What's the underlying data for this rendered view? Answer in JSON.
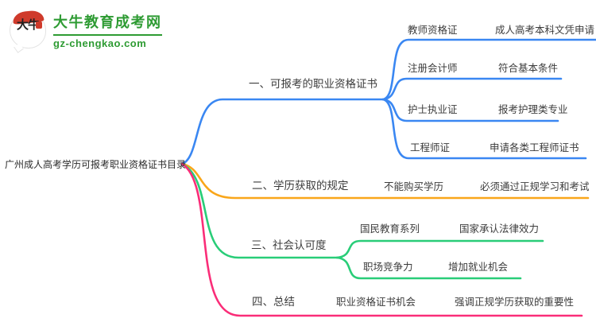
{
  "logo": {
    "badge": "大牛",
    "title": "大牛教育成考网",
    "url": "gz-chengkao.com",
    "brand_green": "#2e9b33",
    "brand_red": "#cf3a2b"
  },
  "mindmap": {
    "root": "广州成人高考学历可报考职业资格证书目录",
    "branches": [
      {
        "label": "一、可报考的职业资格证书",
        "color": "#3a87f2",
        "children": [
          {
            "label": "教师资格证",
            "detail": "成人高考本科文凭申请"
          },
          {
            "label": "注册会计师",
            "detail": "符合基本条件"
          },
          {
            "label": "护士执业证",
            "detail": "报考护理类专业"
          },
          {
            "label": "工程师证",
            "detail": "申请各类工程师证书"
          }
        ]
      },
      {
        "label": "二、学历获取的规定",
        "color": "#f9a61a",
        "children": [
          {
            "label": "不能购买学历",
            "detail": "必须通过正规学习和考试"
          }
        ]
      },
      {
        "label": "三、社会认可度",
        "color": "#29cd78",
        "children": [
          {
            "label": "国民教育系列",
            "detail": "国家承认法律效力"
          },
          {
            "label": "职场竞争力",
            "detail": "增加就业机会"
          }
        ]
      },
      {
        "label": "四、总结",
        "color": "#fa2d78",
        "children": [
          {
            "label": "职业资格证书机会",
            "detail": "强调正规学历获取的重要性"
          }
        ]
      }
    ]
  }
}
